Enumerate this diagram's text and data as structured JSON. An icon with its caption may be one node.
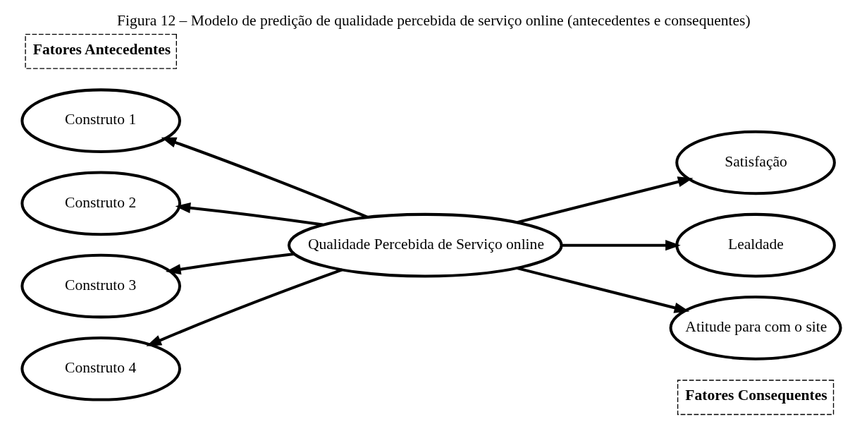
{
  "diagram": {
    "title": "Figura 12 – Modelo de predição de qualidade percebida de serviço online (antecedentes e consequentes)",
    "nodes": [
      {
        "text": [
          "Fatores Antecedentes"
        ]
      },
      {
        "text": [
          "Construto 1"
        ]
      },
      {
        "text": [
          "Construto 2"
        ]
      },
      {
        "text": [
          "Construto 3"
        ]
      },
      {
        "text": [
          "Construto 4"
        ]
      },
      {
        "text": [
          "Qualidade Percebida de Serviço online"
        ]
      },
      {
        "text": [
          "Satisfação"
        ]
      },
      {
        "text": [
          "Lealdade"
        ]
      },
      {
        "text": [
          "Atitude para com o site"
        ]
      },
      {
        "text": [
          "Fatores Consequentes"
        ]
      }
    ],
    "edges": [
      {
        "from": 5,
        "to": 1,
        "arrow": "to"
      },
      {
        "from": 5,
        "to": 2,
        "arrow": "to"
      },
      {
        "from": 5,
        "to": 3,
        "arrow": "to"
      },
      {
        "from": 5,
        "to": 4,
        "arrow": "to"
      },
      {
        "from": 5,
        "to": 6,
        "arrow": "to"
      },
      {
        "from": 5,
        "to": 7,
        "arrow": "to"
      },
      {
        "from": 5,
        "to": 8,
        "arrow": "to"
      }
    ]
  }
}
